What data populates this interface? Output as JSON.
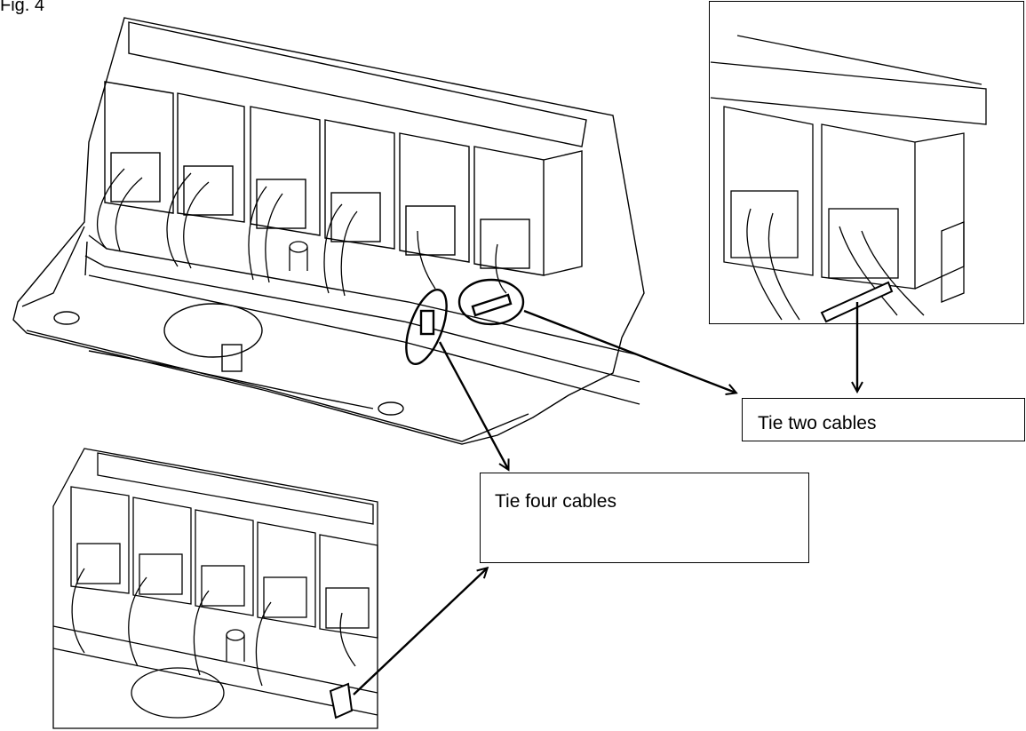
{
  "figure": {
    "label": "Fig. 4"
  },
  "callouts": {
    "tie_two": {
      "text": "Tie two cables"
    },
    "tie_four": {
      "text": "Tie four cables"
    }
  },
  "colors": {
    "line": "#000000",
    "background": "#ffffff"
  },
  "views": [
    {
      "name": "main-patch-panel-view",
      "ports": 6,
      "jacks_labeled": false
    },
    {
      "name": "inset-two-cable-detail",
      "ports": 2
    },
    {
      "name": "inset-four-cable-detail",
      "ports": 5
    }
  ]
}
